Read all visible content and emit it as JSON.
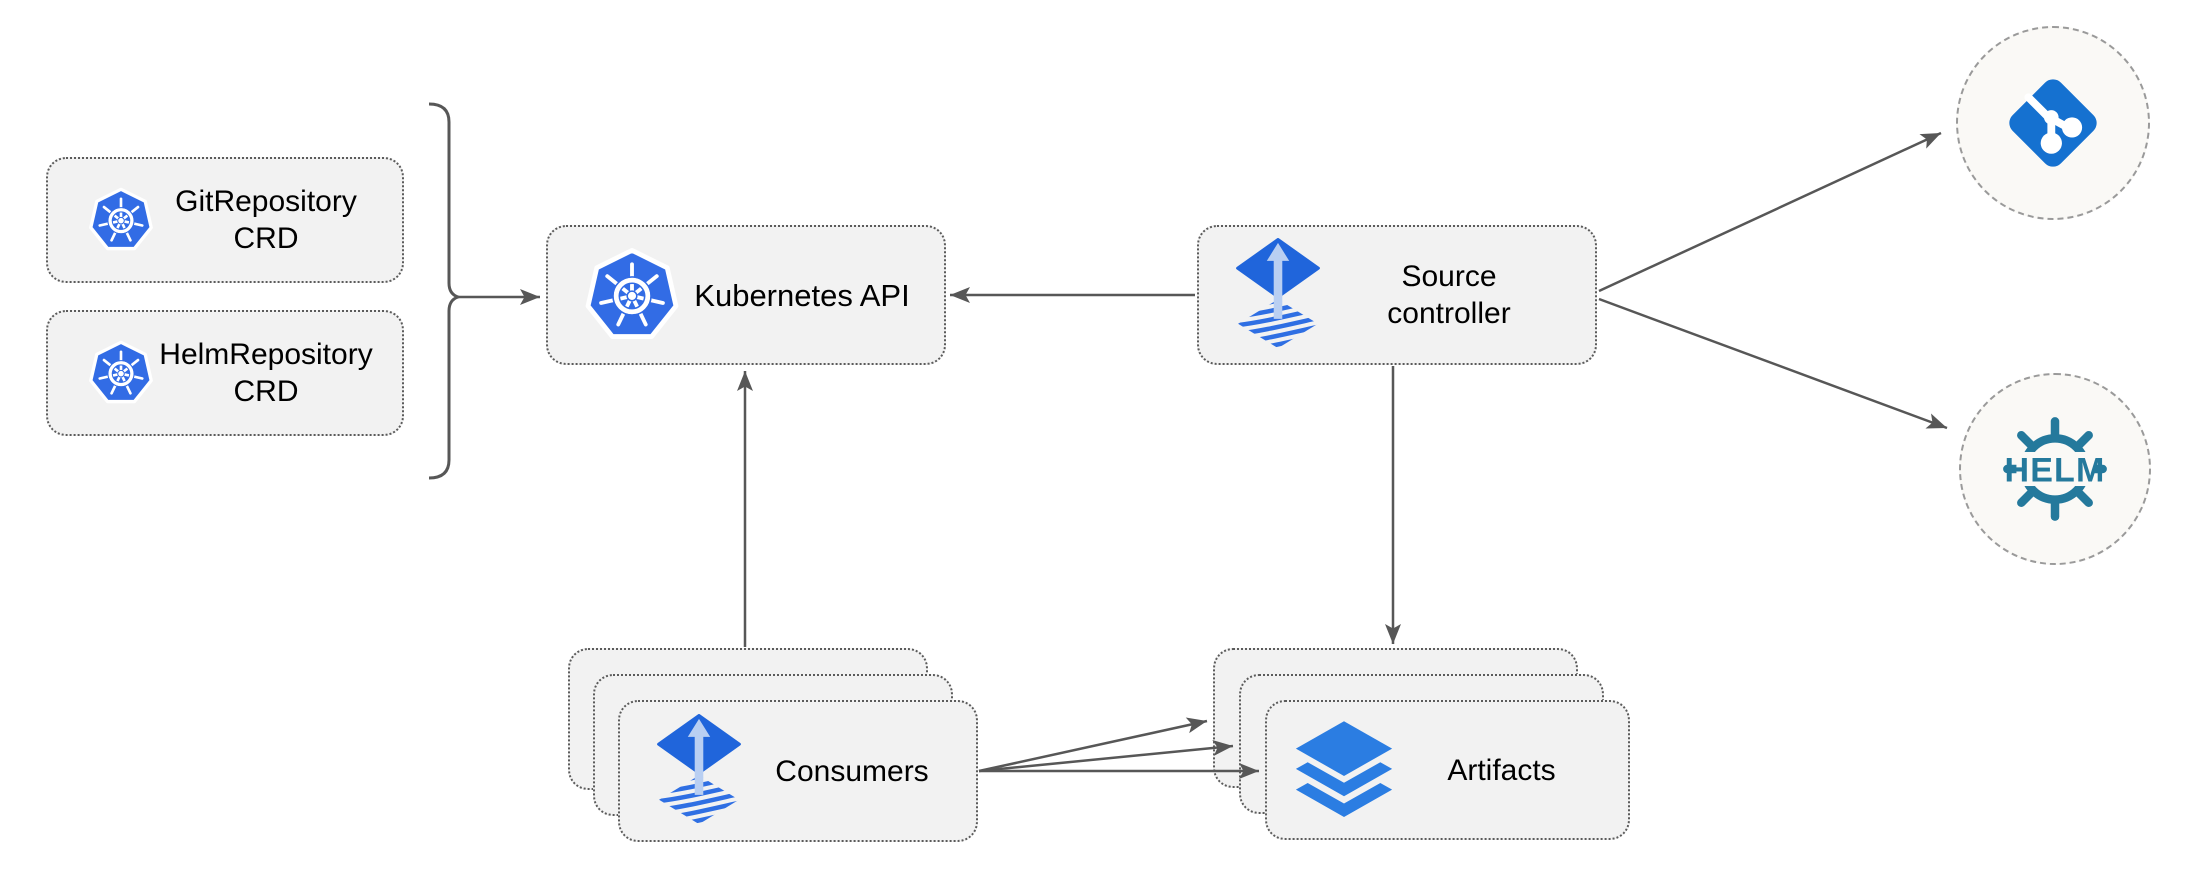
{
  "nodes": {
    "gitrepo_crd": {
      "label": "GitRepository\nCRD"
    },
    "helmrepo_crd": {
      "label": "HelmRepository\nCRD"
    },
    "kubernetes_api": {
      "label": "Kubernetes API"
    },
    "source_controller": {
      "label": "Source\ncontroller"
    },
    "consumers": {
      "label": "Consumers",
      "stack_count": 3
    },
    "artifacts": {
      "label": "Artifacts",
      "stack_count": 3
    },
    "git_remote": {
      "icon": "git-icon"
    },
    "helm_remote": {
      "icon": "helm-icon",
      "label": "HELM"
    }
  },
  "edges": [
    {
      "from": "gitrepo_crd,helmrepo_crd",
      "to": "kubernetes_api",
      "connector": "curly-brace-arrow"
    },
    {
      "from": "source_controller",
      "to": "kubernetes_api",
      "connector": "arrow"
    },
    {
      "from": "consumers",
      "to": "kubernetes_api",
      "connector": "arrow"
    },
    {
      "from": "source_controller",
      "to": "artifacts",
      "connector": "arrow"
    },
    {
      "from": "source_controller",
      "to": "git_remote",
      "connector": "arrow"
    },
    {
      "from": "source_controller",
      "to": "helm_remote",
      "connector": "arrow"
    },
    {
      "from": "consumers",
      "to": "artifacts",
      "connector": "arrow-fan-x3"
    }
  ],
  "colors": {
    "background": "#ffffff",
    "box_fill": "#f2f2f2",
    "box_border": "#5b5b5b",
    "circle_fill": "#faf9f6",
    "circle_border": "#9a9a9a",
    "connector": "#575757",
    "kubernetes_blue": "#326ce5",
    "flux_blue": "#2065db",
    "flux_arrow_light": "#b9cff2",
    "flux_wave_blue": "#2f6fe3",
    "git_blue": "#1571d0",
    "helm_teal": "#24799c",
    "layers_blue": "#2b7de2",
    "text": "#000000"
  }
}
